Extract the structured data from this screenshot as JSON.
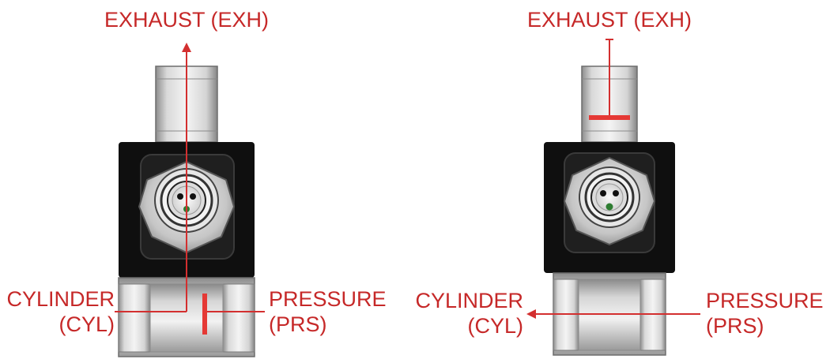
{
  "left_valve": {
    "exhaust_label": "EXHAUST (EXH)",
    "cylinder_label_line1": "CYLINDER",
    "cylinder_label_line2": "(CYL)",
    "pressure_label_line1": "PRESSURE",
    "pressure_label_line2": "(PRS)"
  },
  "right_valve": {
    "exhaust_label": "EXHAUST (EXH)",
    "cylinder_label_line1": "CYLINDER",
    "cylinder_label_line2": "(CYL)",
    "pressure_label_line1": "PRESSURE",
    "pressure_label_line2": "(PRS)"
  },
  "colors": {
    "label_red": "#c62828",
    "flow_red": "#d32f2f",
    "body_black": "#0f0f0f",
    "metal_gray": "#cfcfcf",
    "indicator_green": "#2e7d32"
  }
}
